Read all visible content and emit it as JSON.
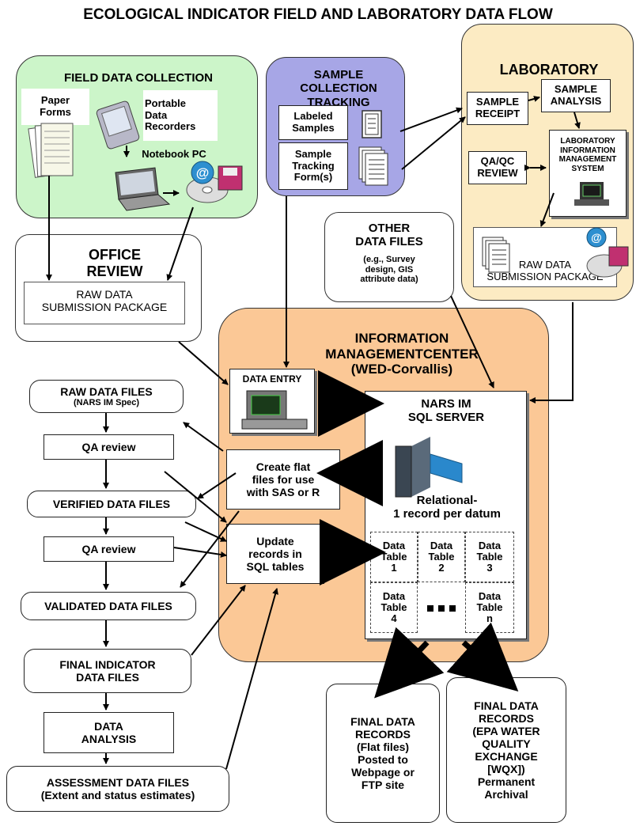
{
  "title": "ECOLOGICAL INDICATOR FIELD AND LABORATORY DATA FLOW",
  "colors": {
    "field": "#ccf5c9",
    "sample": "#a7a6e6",
    "laboratory": "#fcebc3",
    "im_center": "#fbc896"
  },
  "field": {
    "title": "FIELD DATA COLLECTION",
    "paper_forms": "Paper\nForms",
    "portable": "Portable\nData\nRecorders",
    "notebook": "Notebook PC"
  },
  "sample": {
    "title": "SAMPLE\nCOLLECTION\nTRACKING",
    "labeled": "Labeled\nSamples",
    "tracking_form": "Sample\nTracking\nForm(s)"
  },
  "lab": {
    "title": "LABORATORY",
    "receipt": "SAMPLE\nRECEIPT",
    "analysis": "SAMPLE\nANALYSIS",
    "qaqc": "QA/QC\nREVIEW",
    "lims": "LABORATORY\nINFORMATION\nMANAGEMENT\nSYSTEM",
    "raw_pkg": "RAW DATA\nSUBMISSION PACKAGE"
  },
  "office": {
    "title": "OFFICE\nREVIEW",
    "raw_pkg": "RAW DATA\nSUBMISSION PACKAGE"
  },
  "other": {
    "title": "OTHER\nDATA FILES",
    "sub": "(e.g., Survey\ndesign, GIS\nattribute data)"
  },
  "imc": {
    "title": "INFORMATION\nMANAGEMENTCENTER\n(WED-Corvallis)",
    "data_entry": "DATA ENTRY",
    "create_flat": "Create flat\nfiles for use\nwith SAS or R",
    "update": "Update\nrecords in\nSQL tables",
    "server": "NARS IM\nSQL SERVER",
    "relational": "Relational-\n1 record per datum",
    "tables": [
      "Data\nTable\n1",
      "Data\nTable\n2",
      "Data\nTable\n3",
      "Data\nTable\n4",
      "Data\nTable\nn"
    ]
  },
  "left_flow": {
    "raw_files": "RAW DATA FILES",
    "raw_sub": "(NARS IM Spec)",
    "qa1": "QA review",
    "verified": "VERIFIED DATA FILES",
    "qa2": "QA review",
    "validated": "VALIDATED DATA FILES",
    "final_indicator": "FINAL INDICATOR\nDATA FILES",
    "analysis": "DATA\nANALYSIS",
    "assessment": "ASSESSMENT DATA FILES\n(Extent and status estimates)"
  },
  "outputs": {
    "flat": "FINAL DATA\nRECORDS\n(Flat files)\nPosted to\nWebpage or\nFTP site",
    "wqx": "FINAL DATA\nRECORDS\n(EPA WATER\nQUALITY\nEXCHANGE\n[WQX])\nPermanent\nArchival"
  }
}
